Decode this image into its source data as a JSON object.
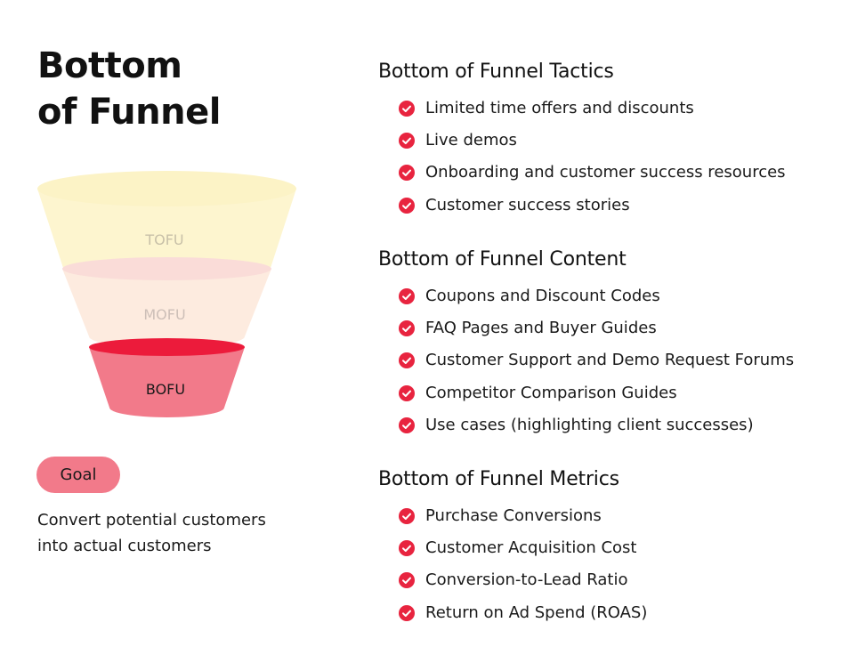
{
  "title": {
    "line1": "Bottom",
    "line2": "of Funnel"
  },
  "funnel": {
    "stages": [
      {
        "label": "TOFU",
        "color": "#fdf5cf",
        "top_color": "#fcf3c6",
        "text_color": "#c8c0a8"
      },
      {
        "label": "MOFU",
        "color": "#fdebdf",
        "top_color": "#fadcd8",
        "text_color": "#cdbfb8"
      },
      {
        "label": "BOFU",
        "color": "#f27a8a",
        "top_color": "#ec1b3b",
        "text_color": "#1a1a1a"
      }
    ]
  },
  "goal": {
    "label": "Goal",
    "text_line1": "Convert potential customers",
    "text_line2": "into actual customers"
  },
  "sections": {
    "tactics": {
      "heading": "Bottom of Funnel Tactics",
      "items": [
        "Limited time offers and discounts",
        "Live demos",
        "Onboarding and customer success resources",
        "Customer success stories"
      ]
    },
    "content": {
      "heading": "Bottom of Funnel Content",
      "items": [
        "Coupons and Discount Codes",
        "FAQ Pages and Buyer Guides",
        "Customer Support and Demo Request Forums",
        "Competitor Comparison Guides",
        "Use cases (highlighting client successes)"
      ]
    },
    "metrics": {
      "heading": "Bottom of Funnel Metrics",
      "items": [
        "Purchase Conversions",
        "Customer Acquisition Cost",
        "Conversion-to-Lead Ratio",
        "Return on Ad Spend (ROAS)"
      ]
    }
  },
  "colors": {
    "accent": "#e8243f",
    "goal_pill": "#f27a8a"
  },
  "icons": {
    "bullet": "check-circle-icon"
  }
}
